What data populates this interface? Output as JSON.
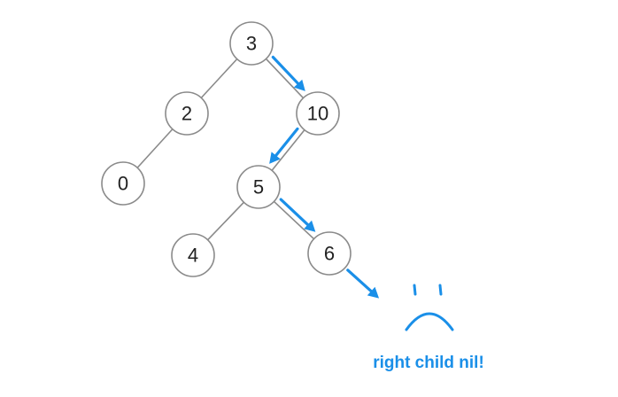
{
  "nodes": [
    {
      "id": "n3",
      "label": "3"
    },
    {
      "id": "n2",
      "label": "2"
    },
    {
      "id": "n10",
      "label": "10"
    },
    {
      "id": "n0",
      "label": "0"
    },
    {
      "id": "n5",
      "label": "5"
    },
    {
      "id": "n4",
      "label": "4"
    },
    {
      "id": "n6",
      "label": "6"
    }
  ],
  "edges": [
    {
      "from": "n3",
      "to": "n2"
    },
    {
      "from": "n3",
      "to": "n10"
    },
    {
      "from": "n2",
      "to": "n0"
    },
    {
      "from": "n10",
      "to": "n5"
    },
    {
      "from": "n5",
      "to": "n4"
    },
    {
      "from": "n5",
      "to": "n6"
    }
  ],
  "search_path": [
    "n3",
    "n10",
    "n5",
    "n6",
    "nil"
  ],
  "caption": "right child nil!",
  "face": "sad-face-icon",
  "colors": {
    "accent": "#1a8fe8",
    "edge": "#8a8a8a",
    "node_text": "#222222"
  }
}
